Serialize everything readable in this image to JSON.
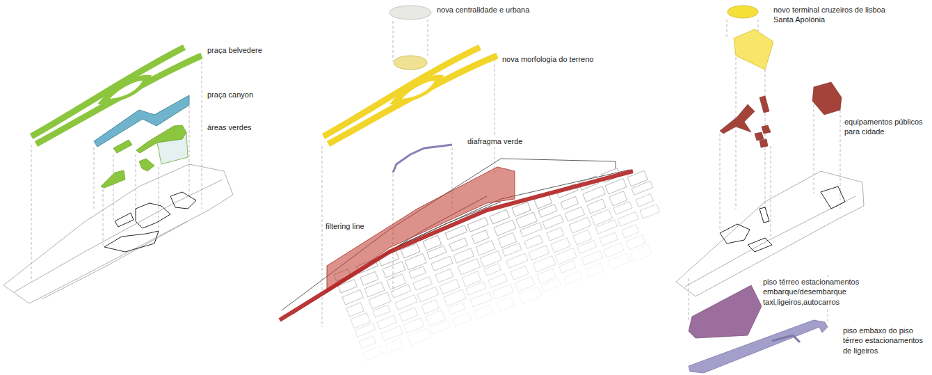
{
  "diagram": {
    "labels": [
      "praça belvedere",
      "praça canyon",
      "áreas verdes",
      "nova centralidade e urbana",
      "nova morfologia do terreno",
      "diafragma verde",
      "filtering line",
      "novo terminal cruzeiros de lisboa Santa Apolónia",
      "equipamentos públicos para cidade",
      "piso térreo estacionamentos embarque/desembarque taxi,ligeiros,autocarros",
      "piso embaxo do piso térreo estacionamentos de ligeiros"
    ]
  }
}
